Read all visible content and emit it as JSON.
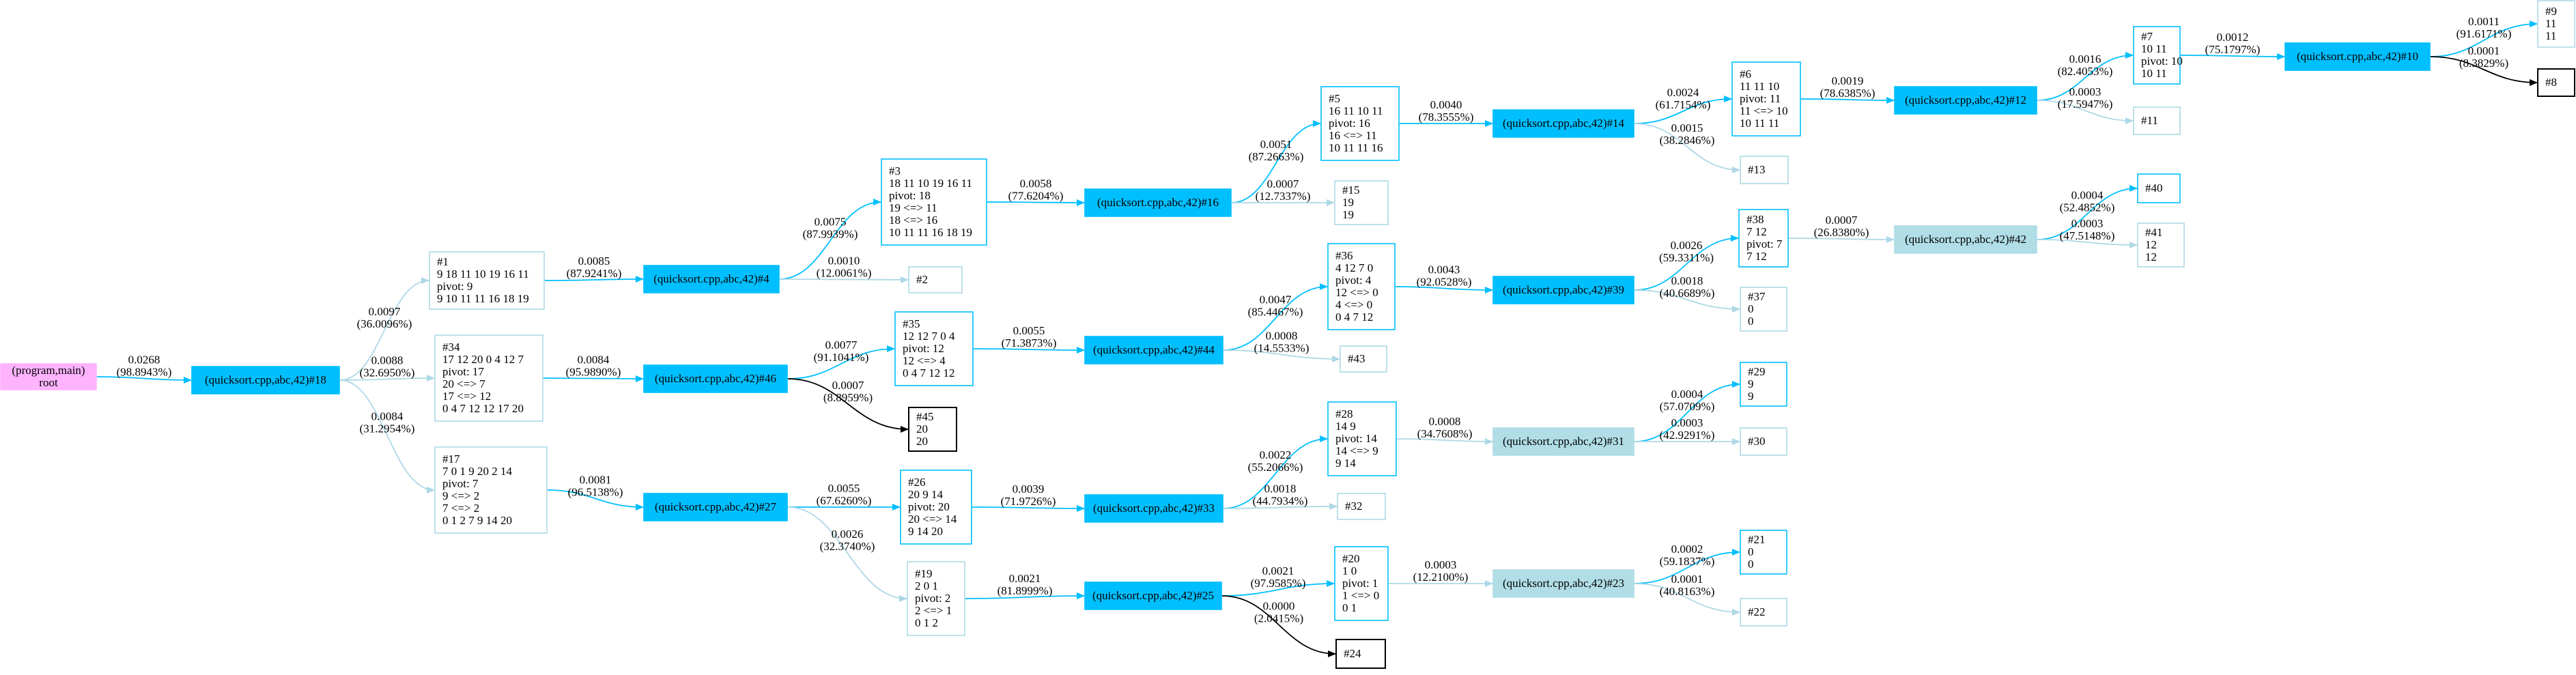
{
  "colors": {
    "root_fill": "#ffb3ff",
    "call_fill": "#00bfff",
    "call_fill_light": "#b0dde6",
    "edge_strong": "#00bfff",
    "edge_light": "#add8e6",
    "edge_black": "#000000",
    "box_strong": "#00bfff",
    "box_light": "#add8e6",
    "box_black": "#000000"
  },
  "nodes": [
    {
      "id": "root",
      "style": "root",
      "lines": [
        "(program,main)",
        "root"
      ]
    },
    {
      "id": "c18",
      "style": "call",
      "lines": [
        "(quicksort.cpp,abc,42)#18"
      ]
    },
    {
      "id": "n1",
      "style": "box_light",
      "lines": [
        "#1",
        "9 18 11 10 19 16 11",
        "pivot: 9",
        "9 10 11 11 16 18 19"
      ]
    },
    {
      "id": "n34",
      "style": "box_light",
      "lines": [
        "#34",
        "17 12 20 0 4 12 7",
        "pivot: 17",
        "20 <=> 7",
        "17 <=> 12",
        "0 4 7 12 12 17 20"
      ]
    },
    {
      "id": "n17",
      "style": "box_light",
      "lines": [
        "#17",
        "7 0 1 9 20 2 14",
        "pivot: 7",
        "9 <=> 2",
        "7 <=> 2",
        "0 1 2 7 9 14 20"
      ]
    },
    {
      "id": "c4",
      "style": "call",
      "lines": [
        "(quicksort.cpp,abc,42)#4"
      ]
    },
    {
      "id": "c46",
      "style": "call",
      "lines": [
        "(quicksort.cpp,abc,42)#46"
      ]
    },
    {
      "id": "c27",
      "style": "call",
      "lines": [
        "(quicksort.cpp,abc,42)#27"
      ]
    },
    {
      "id": "n3",
      "style": "box_strong",
      "lines": [
        "#3",
        "18 11 10 19 16 11",
        "pivot: 18",
        "19 <=> 11",
        "18 <=> 16",
        "10 11 11 16 18 19"
      ]
    },
    {
      "id": "n2",
      "style": "box_light",
      "lines": [
        "#2"
      ]
    },
    {
      "id": "n35",
      "style": "box_strong",
      "lines": [
        "#35",
        "12 12 7 0 4",
        "pivot: 12",
        "12 <=> 4",
        "0 4 7 12 12"
      ]
    },
    {
      "id": "n45",
      "style": "box_black",
      "lines": [
        "#45",
        "20",
        "20"
      ]
    },
    {
      "id": "n26",
      "style": "box_strong",
      "lines": [
        "#26",
        "20 9 14",
        "pivot: 20",
        "20 <=> 14",
        "9 14 20"
      ]
    },
    {
      "id": "n19",
      "style": "box_light",
      "lines": [
        "#19",
        "2 0 1",
        "pivot: 2",
        "2 <=> 1",
        "0 1 2"
      ]
    },
    {
      "id": "c16",
      "style": "call",
      "lines": [
        "(quicksort.cpp,abc,42)#16"
      ]
    },
    {
      "id": "c44",
      "style": "call",
      "lines": [
        "(quicksort.cpp,abc,42)#44"
      ]
    },
    {
      "id": "c33",
      "style": "call",
      "lines": [
        "(quicksort.cpp,abc,42)#33"
      ]
    },
    {
      "id": "c25",
      "style": "call",
      "lines": [
        "(quicksort.cpp,abc,42)#25"
      ]
    },
    {
      "id": "n5",
      "style": "box_strong",
      "lines": [
        "#5",
        "16 11 10 11",
        "pivot: 16",
        "16 <=> 11",
        "10 11 11 16"
      ]
    },
    {
      "id": "n15",
      "style": "box_light",
      "lines": [
        "#15",
        "19",
        "19"
      ]
    },
    {
      "id": "n36",
      "style": "box_strong",
      "lines": [
        "#36",
        "4 12 7 0",
        "pivot: 4",
        "12 <=> 0",
        "4 <=> 0",
        "0 4 7 12"
      ]
    },
    {
      "id": "n43",
      "style": "box_light",
      "lines": [
        "#43"
      ]
    },
    {
      "id": "n28",
      "style": "box_strong",
      "lines": [
        "#28",
        "14 9",
        "pivot: 14",
        "14 <=> 9",
        "9 14"
      ]
    },
    {
      "id": "n32",
      "style": "box_light",
      "lines": [
        "#32"
      ]
    },
    {
      "id": "n20",
      "style": "box_strong",
      "lines": [
        "#20",
        "1 0",
        "pivot: 1",
        "1 <=> 0",
        "0 1"
      ]
    },
    {
      "id": "n24",
      "style": "box_black",
      "lines": [
        "#24"
      ]
    },
    {
      "id": "c14",
      "style": "call",
      "lines": [
        "(quicksort.cpp,abc,42)#14"
      ]
    },
    {
      "id": "c39",
      "style": "call",
      "lines": [
        "(quicksort.cpp,abc,42)#39"
      ]
    },
    {
      "id": "c31",
      "style": "call_light",
      "lines": [
        "(quicksort.cpp,abc,42)#31"
      ]
    },
    {
      "id": "c23",
      "style": "call_light",
      "lines": [
        "(quicksort.cpp,abc,42)#23"
      ]
    },
    {
      "id": "n6",
      "style": "box_strong",
      "lines": [
        "#6",
        "11 11 10",
        "pivot: 11",
        "11 <=> 10",
        "10 11 11"
      ]
    },
    {
      "id": "n13",
      "style": "box_light",
      "lines": [
        "#13"
      ]
    },
    {
      "id": "n38",
      "style": "box_strong",
      "lines": [
        "#38",
        "7 12",
        "pivot: 7",
        "7 12"
      ]
    },
    {
      "id": "n37",
      "style": "box_light",
      "lines": [
        "#37",
        "0",
        "0"
      ]
    },
    {
      "id": "n29",
      "style": "box_strong",
      "lines": [
        "#29",
        "9",
        "9"
      ]
    },
    {
      "id": "n30",
      "style": "box_light",
      "lines": [
        "#30"
      ]
    },
    {
      "id": "n21",
      "style": "box_strong",
      "lines": [
        "#21",
        "0",
        "0"
      ]
    },
    {
      "id": "n22",
      "style": "box_light",
      "lines": [
        "#22"
      ]
    },
    {
      "id": "c12",
      "style": "call",
      "lines": [
        "(quicksort.cpp,abc,42)#12"
      ]
    },
    {
      "id": "c42",
      "style": "call_light",
      "lines": [
        "(quicksort.cpp,abc,42)#42"
      ]
    },
    {
      "id": "n7",
      "style": "box_strong",
      "lines": [
        "#7",
        "10 11",
        "pivot: 10",
        "10 11"
      ]
    },
    {
      "id": "n11",
      "style": "box_light",
      "lines": [
        "#11"
      ]
    },
    {
      "id": "n40",
      "style": "box_strong",
      "lines": [
        "#40"
      ]
    },
    {
      "id": "n41",
      "style": "box_light",
      "lines": [
        "#41",
        "12",
        "12"
      ]
    },
    {
      "id": "c10",
      "style": "call",
      "lines": [
        "(quicksort.cpp,abc,42)#10"
      ]
    },
    {
      "id": "n9",
      "style": "box_light",
      "lines": [
        "#9",
        "11",
        "11"
      ]
    },
    {
      "id": "n8",
      "style": "box_black",
      "lines": [
        "#8"
      ]
    }
  ],
  "edges": [
    {
      "from": "root",
      "to": "c18",
      "style": "strong",
      "label": [
        "0.0268",
        "(98.8943%)"
      ]
    },
    {
      "from": "c18",
      "to": "n1",
      "style": "light",
      "label": [
        "0.0097",
        "(36.0096%)"
      ]
    },
    {
      "from": "c18",
      "to": "n34",
      "style": "light",
      "label": [
        "0.0088",
        "(32.6950%)"
      ]
    },
    {
      "from": "c18",
      "to": "n17",
      "style": "light",
      "label": [
        "0.0084",
        "(31.2954%)"
      ]
    },
    {
      "from": "n1",
      "to": "c4",
      "style": "strong",
      "label": [
        "0.0085",
        "(87.9241%)"
      ]
    },
    {
      "from": "n34",
      "to": "c46",
      "style": "strong",
      "label": [
        "0.0084",
        "(95.9890%)"
      ]
    },
    {
      "from": "n17",
      "to": "c27",
      "style": "strong",
      "label": [
        "0.0081",
        "(96.5138%)"
      ]
    },
    {
      "from": "c4",
      "to": "n3",
      "style": "strong",
      "label": [
        "0.0075",
        "(87.9939%)"
      ]
    },
    {
      "from": "c4",
      "to": "n2",
      "style": "light",
      "label": [
        "0.0010",
        "(12.0061%)"
      ]
    },
    {
      "from": "c46",
      "to": "n35",
      "style": "strong",
      "label": [
        "0.0077",
        "(91.1041%)"
      ]
    },
    {
      "from": "c46",
      "to": "n45",
      "style": "black",
      "label": [
        "0.0007",
        "(8.8959%)"
      ]
    },
    {
      "from": "c27",
      "to": "n26",
      "style": "strong",
      "label": [
        "0.0055",
        "(67.6260%)"
      ]
    },
    {
      "from": "c27",
      "to": "n19",
      "style": "light",
      "label": [
        "0.0026",
        "(32.3740%)"
      ]
    },
    {
      "from": "n3",
      "to": "c16",
      "style": "strong",
      "label": [
        "0.0058",
        "(77.6204%)"
      ]
    },
    {
      "from": "n35",
      "to": "c44",
      "style": "strong",
      "label": [
        "0.0055",
        "(71.3873%)"
      ]
    },
    {
      "from": "n26",
      "to": "c33",
      "style": "strong",
      "label": [
        "0.0039",
        "(71.9726%)"
      ]
    },
    {
      "from": "n19",
      "to": "c25",
      "style": "strong",
      "label": [
        "0.0021",
        "(81.8999%)"
      ]
    },
    {
      "from": "c16",
      "to": "n5",
      "style": "strong",
      "label": [
        "0.0051",
        "(87.2663%)"
      ]
    },
    {
      "from": "c16",
      "to": "n15",
      "style": "light",
      "label": [
        "0.0007",
        "(12.7337%)"
      ]
    },
    {
      "from": "c44",
      "to": "n36",
      "style": "strong",
      "label": [
        "0.0047",
        "(85.4467%)"
      ]
    },
    {
      "from": "c44",
      "to": "n43",
      "style": "light",
      "label": [
        "0.0008",
        "(14.5533%)"
      ]
    },
    {
      "from": "c33",
      "to": "n28",
      "style": "strong",
      "label": [
        "0.0022",
        "(55.2066%)"
      ]
    },
    {
      "from": "c33",
      "to": "n32",
      "style": "light",
      "label": [
        "0.0018",
        "(44.7934%)"
      ]
    },
    {
      "from": "c25",
      "to": "n20",
      "style": "strong",
      "label": [
        "0.0021",
        "(97.9585%)"
      ]
    },
    {
      "from": "c25",
      "to": "n24",
      "style": "black",
      "label": [
        "0.0000",
        "(2.0415%)"
      ]
    },
    {
      "from": "n5",
      "to": "c14",
      "style": "strong",
      "label": [
        "0.0040",
        "(78.3555%)"
      ]
    },
    {
      "from": "n36",
      "to": "c39",
      "style": "strong",
      "label": [
        "0.0043",
        "(92.0528%)"
      ]
    },
    {
      "from": "n28",
      "to": "c31",
      "style": "light",
      "label": [
        "0.0008",
        "(34.7608%)"
      ]
    },
    {
      "from": "n20",
      "to": "c23",
      "style": "light",
      "label": [
        "0.0003",
        "(12.2100%)"
      ]
    },
    {
      "from": "c14",
      "to": "n6",
      "style": "strong",
      "label": [
        "0.0024",
        "(61.7154%)"
      ]
    },
    {
      "from": "c14",
      "to": "n13",
      "style": "light",
      "label": [
        "0.0015",
        "(38.2846%)"
      ]
    },
    {
      "from": "c39",
      "to": "n38",
      "style": "strong",
      "label": [
        "0.0026",
        "(59.3311%)"
      ]
    },
    {
      "from": "c39",
      "to": "n37",
      "style": "light",
      "label": [
        "0.0018",
        "(40.6689%)"
      ]
    },
    {
      "from": "c31",
      "to": "n29",
      "style": "strong",
      "label": [
        "0.0004",
        "(57.0709%)"
      ]
    },
    {
      "from": "c31",
      "to": "n30",
      "style": "light",
      "label": [
        "0.0003",
        "(42.9291%)"
      ]
    },
    {
      "from": "c23",
      "to": "n21",
      "style": "strong",
      "label": [
        "0.0002",
        "(59.1837%)"
      ]
    },
    {
      "from": "c23",
      "to": "n22",
      "style": "light",
      "label": [
        "0.0001",
        "(40.8163%)"
      ]
    },
    {
      "from": "n6",
      "to": "c12",
      "style": "strong",
      "label": [
        "0.0019",
        "(78.6385%)"
      ]
    },
    {
      "from": "n38",
      "to": "c42",
      "style": "light",
      "label": [
        "0.0007",
        "(26.8380%)"
      ]
    },
    {
      "from": "c12",
      "to": "n7",
      "style": "strong",
      "label": [
        "0.0016",
        "(82.4053%)"
      ]
    },
    {
      "from": "c12",
      "to": "n11",
      "style": "light",
      "label": [
        "0.0003",
        "(17.5947%)"
      ]
    },
    {
      "from": "c42",
      "to": "n40",
      "style": "strong",
      "label": [
        "0.0004",
        "(52.4852%)"
      ]
    },
    {
      "from": "c42",
      "to": "n41",
      "style": "light",
      "label": [
        "0.0003",
        "(47.5148%)"
      ]
    },
    {
      "from": "n7",
      "to": "c10",
      "style": "strong",
      "label": [
        "0.0012",
        "(75.1797%)"
      ]
    },
    {
      "from": "c10",
      "to": "n9",
      "style": "strong",
      "label": [
        "0.0011",
        "(91.6171%)"
      ]
    },
    {
      "from": "c10",
      "to": "n8",
      "style": "black",
      "label": [
        "0.0001",
        "(8.3829%)"
      ]
    }
  ]
}
